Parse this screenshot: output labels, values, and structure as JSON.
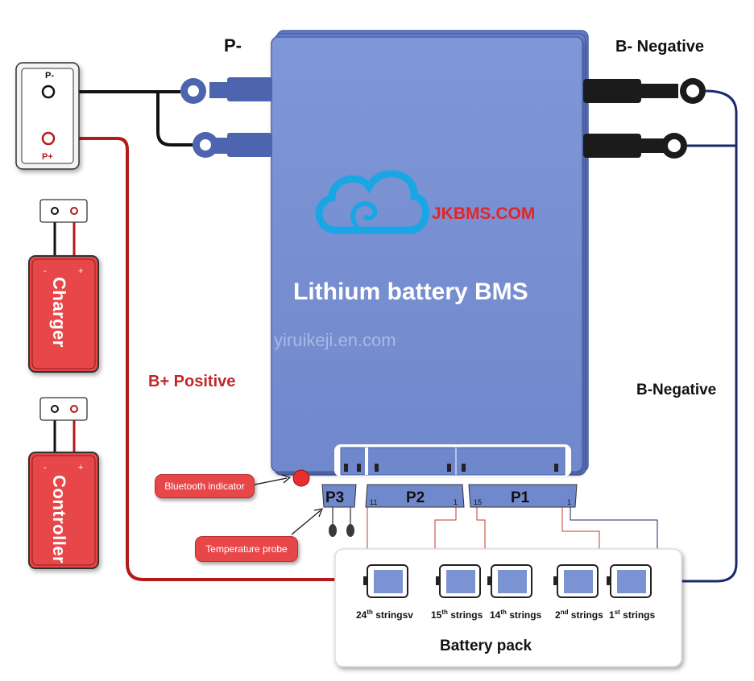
{
  "labels": {
    "p_minus": "P-",
    "b_negative_top": "B- Negative",
    "b_positive": "B+ Positive",
    "b_negative_right": "B-Negative",
    "brand": "JKBMS.COM",
    "product": "Lithium battery BMS",
    "watermark": "yiruikeji.en.com",
    "battery_pack": "Battery pack"
  },
  "terminal_box": {
    "p_minus": "P-",
    "p_plus": "P+"
  },
  "devices": [
    {
      "name": "Charger",
      "minus": "-",
      "plus": "+"
    },
    {
      "name": "Controller",
      "minus": "-",
      "plus": "+"
    }
  ],
  "ports": {
    "p3": "P3",
    "p2": {
      "name": "P2",
      "left": "11",
      "right": "1"
    },
    "p1": {
      "name": "P1",
      "left": "15",
      "right": "1"
    }
  },
  "callouts": {
    "bluetooth": "Bluetooth indicator",
    "temperature": "Temperature probe"
  },
  "cells": [
    {
      "num": "24",
      "sup": "th",
      "suffix": " stringsv"
    },
    {
      "num": "15",
      "sup": "th",
      "suffix": " strings"
    },
    {
      "num": "14",
      "sup": "th",
      "suffix": " strings"
    },
    {
      "num": "2",
      "sup": "nd",
      "suffix": " strings"
    },
    {
      "num": "1",
      "sup": "st",
      "suffix": " strings"
    }
  ],
  "colors": {
    "bms_body": "#7b93d2",
    "bms_edge": "#4a62ad",
    "negative_wire": "#1a2a6c",
    "positive_wire": "#b31b1b",
    "black_wire": "#111111",
    "device_red": "#e8474a",
    "brand_red": "#e42426",
    "cloud_blue": "#1aa6e4"
  }
}
